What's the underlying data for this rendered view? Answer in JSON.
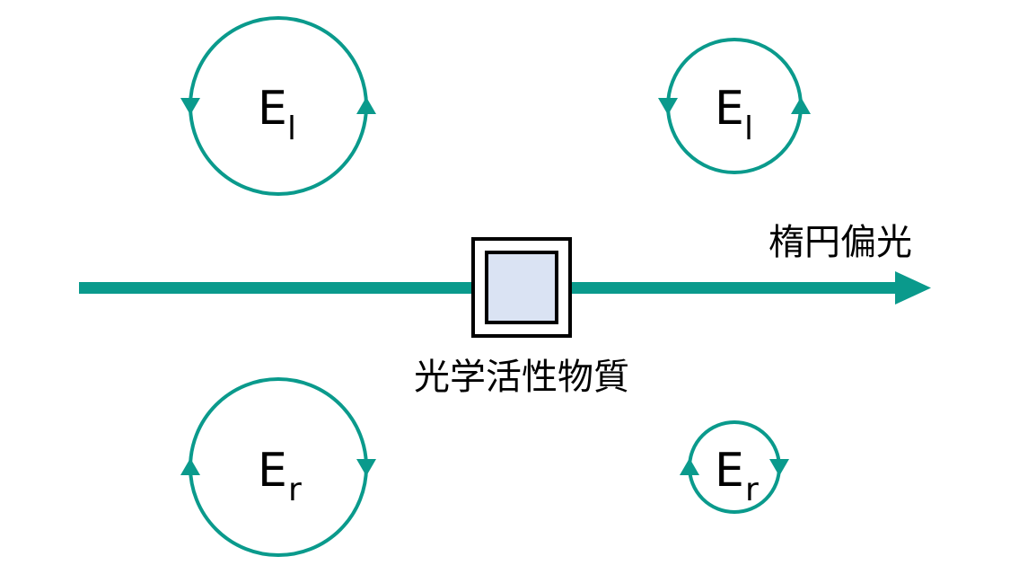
{
  "colors": {
    "beam": "#0a9a8c",
    "sample_fill": "#dae3f3",
    "sample_outer_fill": "#ffffff"
  },
  "labels": {
    "material": "光学活性物質",
    "output": "楕円偏光"
  },
  "fields": {
    "input_left": {
      "symbol": "E",
      "subscript": "l"
    },
    "input_right": {
      "symbol": "E",
      "subscript": "r"
    },
    "output_left": {
      "symbol": "E",
      "subscript": "l"
    },
    "output_right": {
      "symbol": "E",
      "subscript": "r"
    }
  }
}
